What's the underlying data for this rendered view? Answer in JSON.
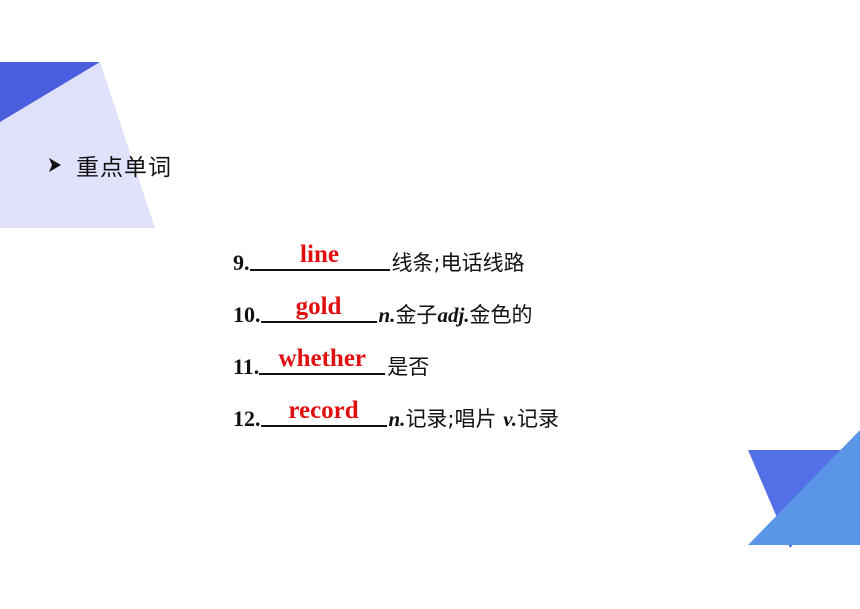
{
  "heading": {
    "text": "重点单词"
  },
  "colors": {
    "answer": "#e01010",
    "deco_blue": "#4a5fe0",
    "deco_light": "#dfe2fa",
    "deco_sky": "#5b95e8"
  },
  "items": [
    {
      "num": "9.",
      "answer": "line",
      "parts": [
        {
          "t": "线条;电话线路",
          "pos": false
        }
      ]
    },
    {
      "num": "10.",
      "answer": "gold",
      "parts": [
        {
          "t": " n.",
          "pos": true
        },
        {
          "t": "金子",
          "pos": false
        },
        {
          "t": "adj.",
          "pos": true
        },
        {
          "t": "金色的",
          "pos": false
        }
      ]
    },
    {
      "num": "11.",
      "answer": "whether",
      "parts": [
        {
          "t": "是否",
          "pos": false
        }
      ]
    },
    {
      "num": "12.",
      "answer": "record",
      "parts": [
        {
          "t": " n.",
          "pos": true
        },
        {
          "t": "记录;唱片 ",
          "pos": false
        },
        {
          "t": "v.",
          "pos": true
        },
        {
          "t": "记录",
          "pos": false
        }
      ]
    }
  ]
}
